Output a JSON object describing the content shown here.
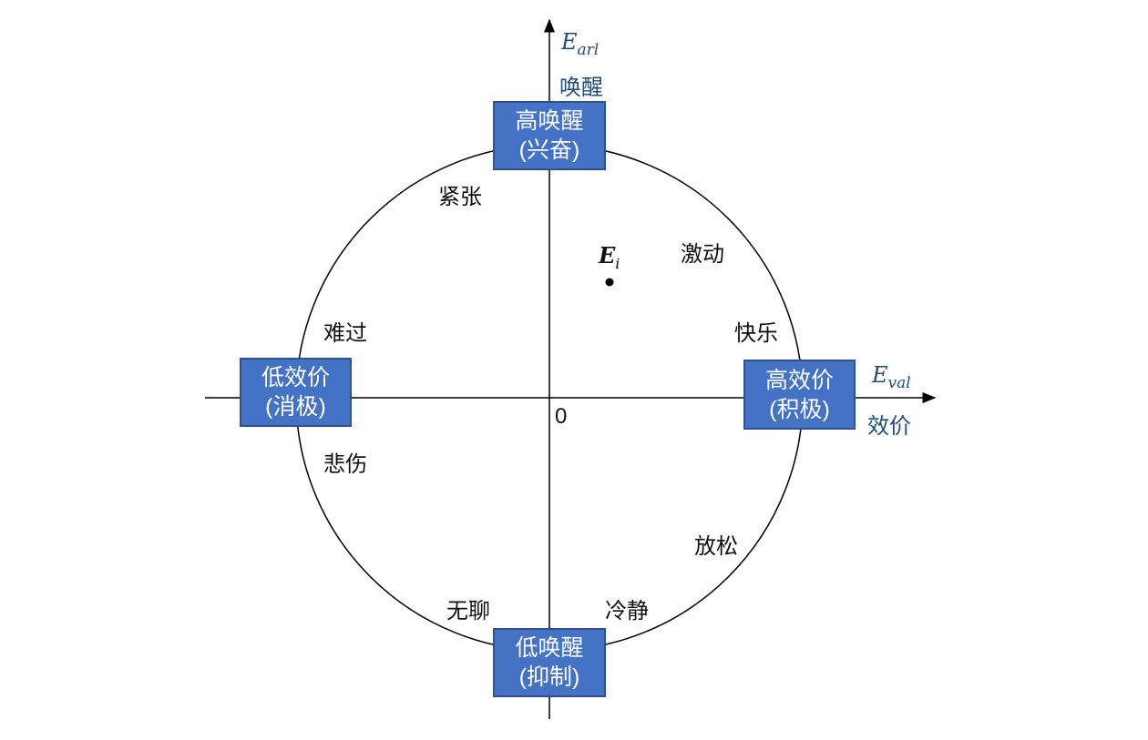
{
  "axes": {
    "y_symbol": "E",
    "y_sub": "arl",
    "y_label": "唤醒",
    "x_symbol": "E",
    "x_sub": "val",
    "x_label": "效价",
    "origin": "0"
  },
  "poles": {
    "top": {
      "line1": "高唤醒",
      "line2": "(兴奋)"
    },
    "bottom": {
      "line1": "低唤醒",
      "line2": "(抑制)"
    },
    "left": {
      "line1": "低效价",
      "line2": "(消极)"
    },
    "right": {
      "line1": "高效价",
      "line2": "(积极)"
    }
  },
  "emotions": [
    "紧张",
    "激动",
    "难过",
    "快乐",
    "悲伤",
    "放松",
    "无聊",
    "冷静"
  ],
  "point": {
    "symbol": "E",
    "sub": "i"
  },
  "colors": {
    "box": "#4472C4",
    "box_border": "#2F528F",
    "axis_label": "#1F4E79"
  }
}
